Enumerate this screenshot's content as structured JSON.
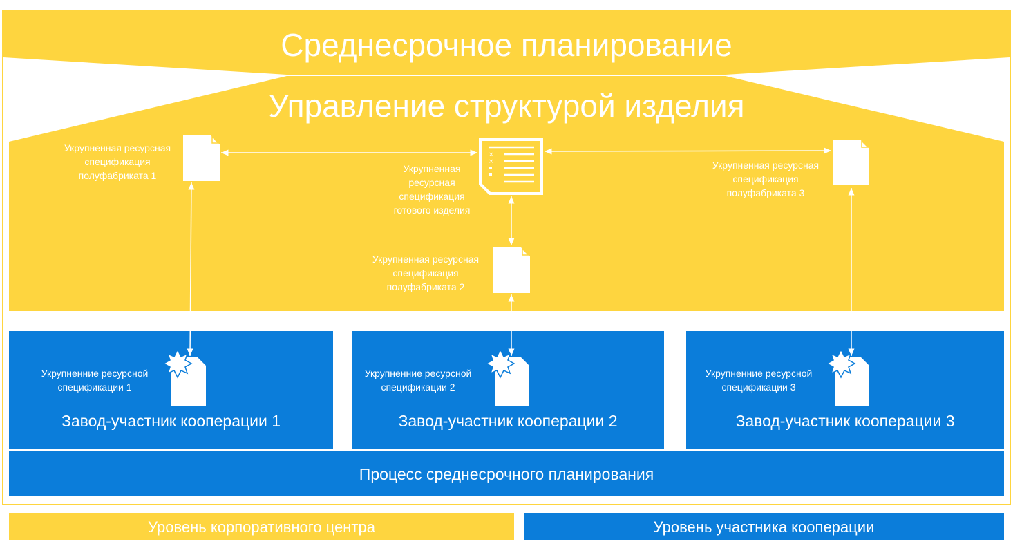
{
  "colors": {
    "yellow": "#FED53F",
    "blue": "#0B7DDA"
  },
  "title_top": "Среднесрочное планирование",
  "title_second": "Управление структурой изделия",
  "docs": {
    "semi1": "Укрупненная ресурсная\nспецификация\nполуфабриката 1",
    "finished": "Укрупненная\nресурсная\nспецификация\nготового изделия",
    "semi3": "Укрупненная ресурсная\nспецификация\nполуфабриката 3",
    "semi2": "Укрупненная ресурсная\nспецификация\nполуфабриката 2"
  },
  "plants": [
    {
      "label": "Завод-участник кооперации 1",
      "doc": "Укрупненние ресурсной\nспецификации 1"
    },
    {
      "label": "Завод-участник кооперации 2",
      "doc": "Укрупненние ресурсной\nспецификации 2"
    },
    {
      "label": "Завод-участник кооперации 3",
      "doc": "Укрупненние ресурсной\nспецификации 3"
    }
  ],
  "process": "Процесс среднесрочного планирования",
  "legend": {
    "corporate": "Уровень корпоративного центра",
    "participant": "Уровень участника кооперации"
  }
}
